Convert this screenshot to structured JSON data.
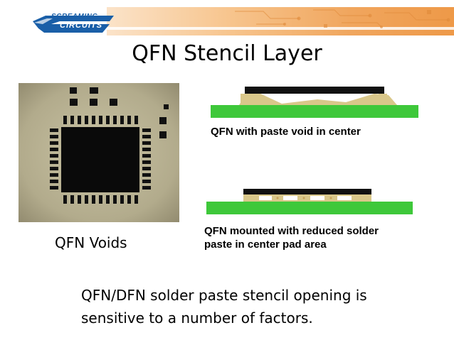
{
  "header": {
    "logo_line1": "SCREAMING",
    "logo_line2": "CIRCUITS",
    "logo_icon": "shuttle-logo-icon",
    "colors": {
      "orange": "#ef9a4a",
      "logo_blue": "#1a5fa8"
    }
  },
  "slide": {
    "title": "QFN Stencil Layer"
  },
  "photo": {
    "caption": "QFN Voids",
    "pad_count_per_side": 10
  },
  "diagrams": [
    {
      "caption_lines": [
        "QFN with paste void in center"
      ],
      "colors": {
        "board": "#3ec83a",
        "paste": "#d9c78a",
        "chip": "#111111"
      }
    },
    {
      "caption_lines": [
        "QFN mounted with reduced solder",
        "paste in center pad area"
      ],
      "colors": {
        "board": "#3ec83a",
        "paste": "#d9c78a",
        "chip": "#111111"
      }
    }
  ],
  "body": {
    "lines": [
      "QFN/DFN solder paste stencil opening is",
      "sensitive to a number of factors."
    ]
  }
}
